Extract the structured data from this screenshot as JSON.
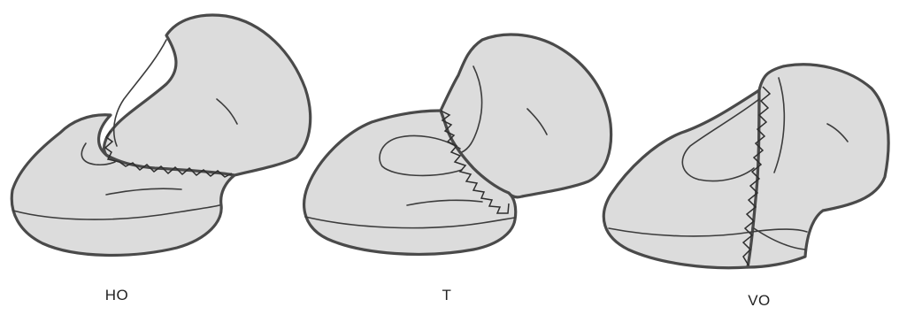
{
  "panels": [
    {
      "label": "HO"
    },
    {
      "label": "T"
    },
    {
      "label": "VO"
    }
  ],
  "colors": {
    "bone_fill": "#dcdcdc",
    "outline": "#4a4a4a",
    "background": "#ffffff"
  }
}
